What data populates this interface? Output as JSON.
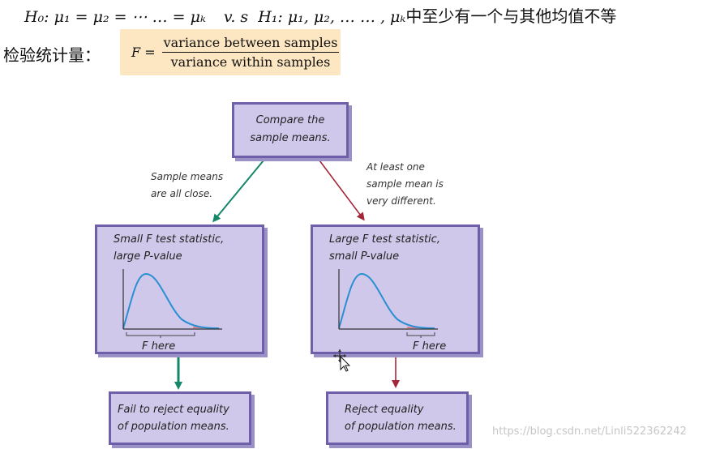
{
  "hypothesis": {
    "h0": "H₀: μ₁ = μ₂ = ⋯ … = μₖ",
    "vs": "v. s",
    "h1": "H₁: μ₁, μ₂, … … , μₖ",
    "h1_text": "中至少有一个与其他均值不等"
  },
  "test_statistic": {
    "label": "检验统计量：",
    "lhs": "F =",
    "numerator": "variance between samples",
    "denominator": "variance within samples"
  },
  "flowchart": {
    "top_box": {
      "line1": "Compare the",
      "line2": "sample means."
    },
    "left_branch": {
      "note_line1": "Sample means",
      "note_line2": "are all close.",
      "box_line1": "Small F test statistic,",
      "box_line2": "large P-value",
      "f_here": "F here",
      "result_line1": "Fail to reject equality",
      "result_line2": "of population means.",
      "arrow_color": "#14876a"
    },
    "right_branch": {
      "note_line1": "At least one",
      "note_line2": "sample mean is",
      "note_line3": "very different.",
      "box_line1": "Large F test statistic,",
      "box_line2": "small P-value",
      "f_here": "F here",
      "result_line1": "Reject equality",
      "result_line2": "of population means.",
      "arrow_color": "#a3263a"
    },
    "box_fill": "#cfc8ea",
    "box_border": "#6e5fa8",
    "curve_color": "#2a8fd2",
    "tail_color": "#e57a86"
  },
  "watermark": "https://blog.csdn.net/Linli522362242"
}
